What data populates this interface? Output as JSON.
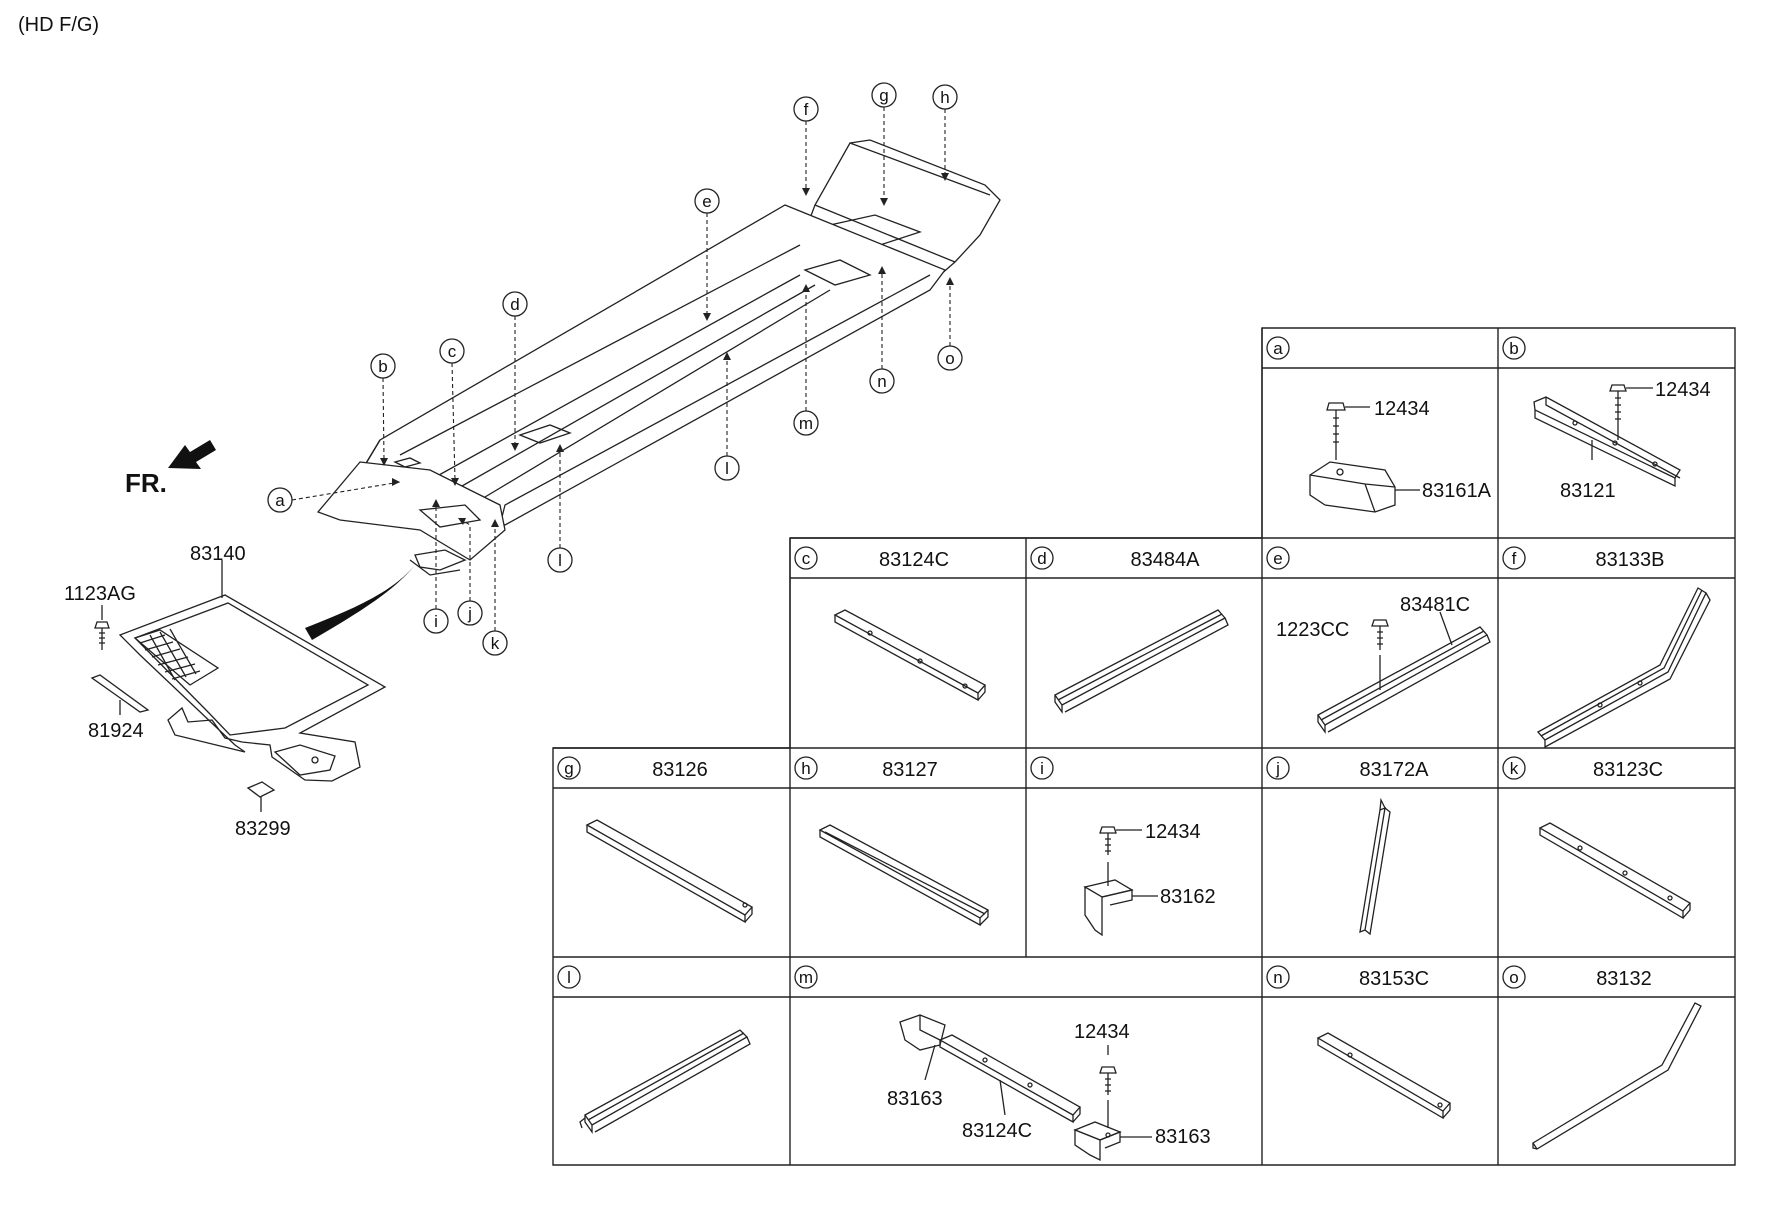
{
  "header": {
    "title": "(HD F/G)"
  },
  "front_marker": "FR.",
  "callouts": [
    "a",
    "b",
    "c",
    "d",
    "e",
    "f",
    "g",
    "h",
    "i",
    "j",
    "k",
    "l",
    "m",
    "n",
    "o"
  ],
  "main_labels": {
    "mat": "83140",
    "bolt": "1123AG",
    "strip": "81924",
    "tag": "83299"
  },
  "cells": {
    "a": {
      "letter": "a",
      "title": "",
      "parts": [
        "12434",
        "83161A"
      ]
    },
    "b": {
      "letter": "b",
      "title": "",
      "parts": [
        "12434",
        "83121"
      ]
    },
    "c": {
      "letter": "c",
      "title": "83124C",
      "parts": []
    },
    "d": {
      "letter": "d",
      "title": "83484A",
      "parts": []
    },
    "e": {
      "letter": "e",
      "title": "",
      "parts": [
        "83481C",
        "1223CC"
      ]
    },
    "f": {
      "letter": "f",
      "title": "83133B",
      "parts": []
    },
    "g": {
      "letter": "g",
      "title": "83126",
      "parts": []
    },
    "h": {
      "letter": "h",
      "title": "83127",
      "parts": []
    },
    "i": {
      "letter": "i",
      "title": "",
      "parts": [
        "12434",
        "83162"
      ]
    },
    "j": {
      "letter": "j",
      "title": "83172A",
      "parts": []
    },
    "k": {
      "letter": "k",
      "title": "83123C",
      "parts": []
    },
    "l": {
      "letter": "l",
      "title": "",
      "parts": []
    },
    "m": {
      "letter": "m",
      "title": "",
      "parts": [
        "12434",
        "83163",
        "83124C",
        "83163"
      ]
    },
    "n": {
      "letter": "n",
      "title": "83153C",
      "parts": []
    },
    "o": {
      "letter": "o",
      "title": "83132",
      "parts": []
    }
  }
}
